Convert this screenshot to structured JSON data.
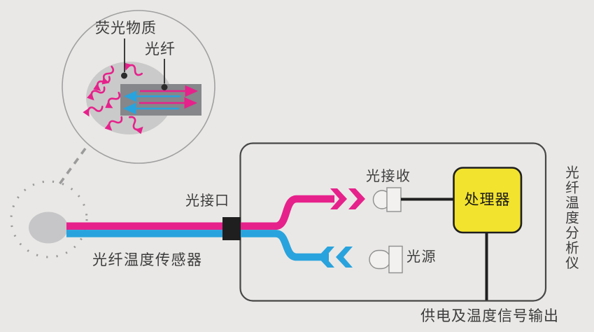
{
  "diagram": {
    "type": "fiber-optic-temperature-measurement-schematic",
    "colors": {
      "background": "#e9e8e6",
      "pink_signal": "#e6218b",
      "cyan_signal": "#29a3dd",
      "processor_yellow": "#f2e32e",
      "black_line": "#1f1f1f",
      "gray_outline": "#9b9b9b",
      "magnifier_blob_gray": "#cacaca",
      "fiber_rect_gray": "#85878a",
      "text_gray": "#3c3c3c"
    },
    "magnifier": {
      "fluorescent_label": "荧光物质",
      "fiber_label": "光纤"
    },
    "sensor": {
      "label": "光纤温度传感器"
    },
    "optical_interface": {
      "label": "光接口"
    },
    "analyzer": {
      "receiver_label": "光接收",
      "source_label": "光源",
      "processor_label": "处理器",
      "device_name": "光纤温度分析仪",
      "output_label": "供电及温度信号输出"
    }
  }
}
